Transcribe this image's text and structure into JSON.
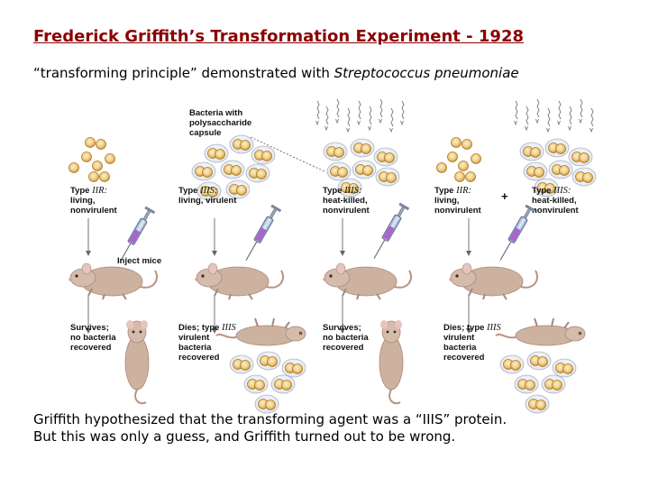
{
  "title": "Frederick Griffith’s Transformation Experiment - 1928",
  "subtitle": {
    "prefix": "“transforming principle” demonstrated with",
    "organism": "Streptococcus pneumoniae"
  },
  "diagram": {
    "capsule_label": [
      "Bacteria with",
      "polysaccharide",
      "capsule"
    ],
    "inject_label": "Inject mice",
    "plus_sign": "+",
    "groups": [
      {
        "type_word": "Type",
        "strain": "IIR:",
        "line2": "living,",
        "line3": "nonvirulent",
        "outcome": [
          "Survives;",
          "no bacteria",
          "recovered"
        ],
        "outcome_strain": "",
        "recovered_bacteria": false
      },
      {
        "type_word": "Type",
        "strain": "IIIS:",
        "line2": "living, virulent",
        "line3": "",
        "outcome": [
          "Dies; type",
          "virulent",
          "bacteria",
          "recovered"
        ],
        "outcome_strain": "IIIS",
        "recovered_bacteria": true
      },
      {
        "type_word": "Type",
        "strain": "IIIS:",
        "line2": "heat-killed,",
        "line3": "nonvirulent",
        "outcome": [
          "Survives;",
          "no bacteria",
          "recovered"
        ],
        "outcome_strain": "",
        "recovered_bacteria": false
      },
      {
        "type_word": "Type",
        "strain": "IIR:",
        "line2": "living,",
        "line3": "nonvirulent",
        "type2_word": "Type",
        "strain2": "IIIS:",
        "line2b": "heat-killed,",
        "line3b": "nonvirulent",
        "outcome": [
          "Dies; type",
          "virulent",
          "bacteria",
          "recovered"
        ],
        "outcome_strain": "IIIS",
        "recovered_bacteria": true
      }
    ]
  },
  "conclusion": [
    "Griffith hypothesized that the transforming agent was a “IIIS” protein.",
    "But this was only a guess, and Griffith turned out to be wrong."
  ],
  "colors": {
    "title": "#8b0000",
    "bacteria_fill": "#f2d79a",
    "bacteria_ring": "#c48a2a",
    "mouse": "#c9ad9a"
  }
}
